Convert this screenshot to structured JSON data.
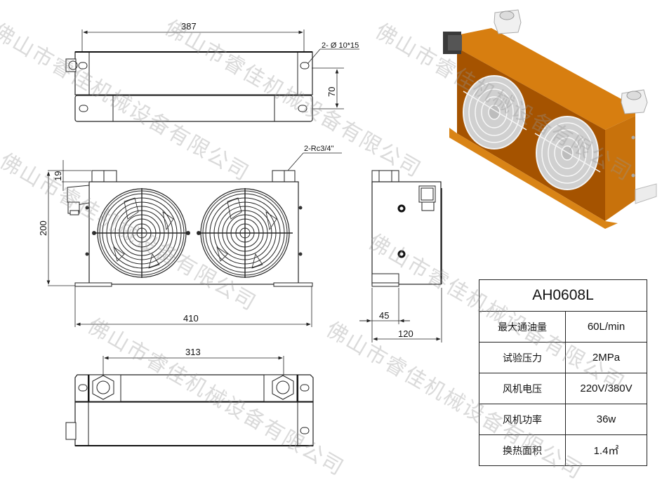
{
  "model": "AH0608L",
  "watermark_text": "佛山市睿佳机械设备有限公司",
  "colors": {
    "body_orange": "#c8720c",
    "body_dark": "#7a3c00",
    "line": "#222222",
    "watermark": "#969696"
  },
  "top_view": {
    "dim_length": "387",
    "dim_hole": "2- Ø 10*15",
    "dim_height": "70"
  },
  "front_view": {
    "dim_port": "2-Rc3/4\"",
    "dim_top": "19",
    "dim_height": "200",
    "dim_width": "410"
  },
  "side_view": {
    "dim_foot": "45",
    "dim_depth": "120"
  },
  "bottom_view": {
    "dim_ports": "313"
  },
  "specs": {
    "title": "AH0608L",
    "rows": [
      {
        "label": "最大通油量",
        "value": "60L/min"
      },
      {
        "label": "试验压力",
        "value": "2MPa"
      },
      {
        "label": "风机电压",
        "value": "220V/380V"
      },
      {
        "label": "风机功率",
        "value": "36w"
      },
      {
        "label": "换热面积",
        "value": "1.4㎡"
      }
    ]
  }
}
